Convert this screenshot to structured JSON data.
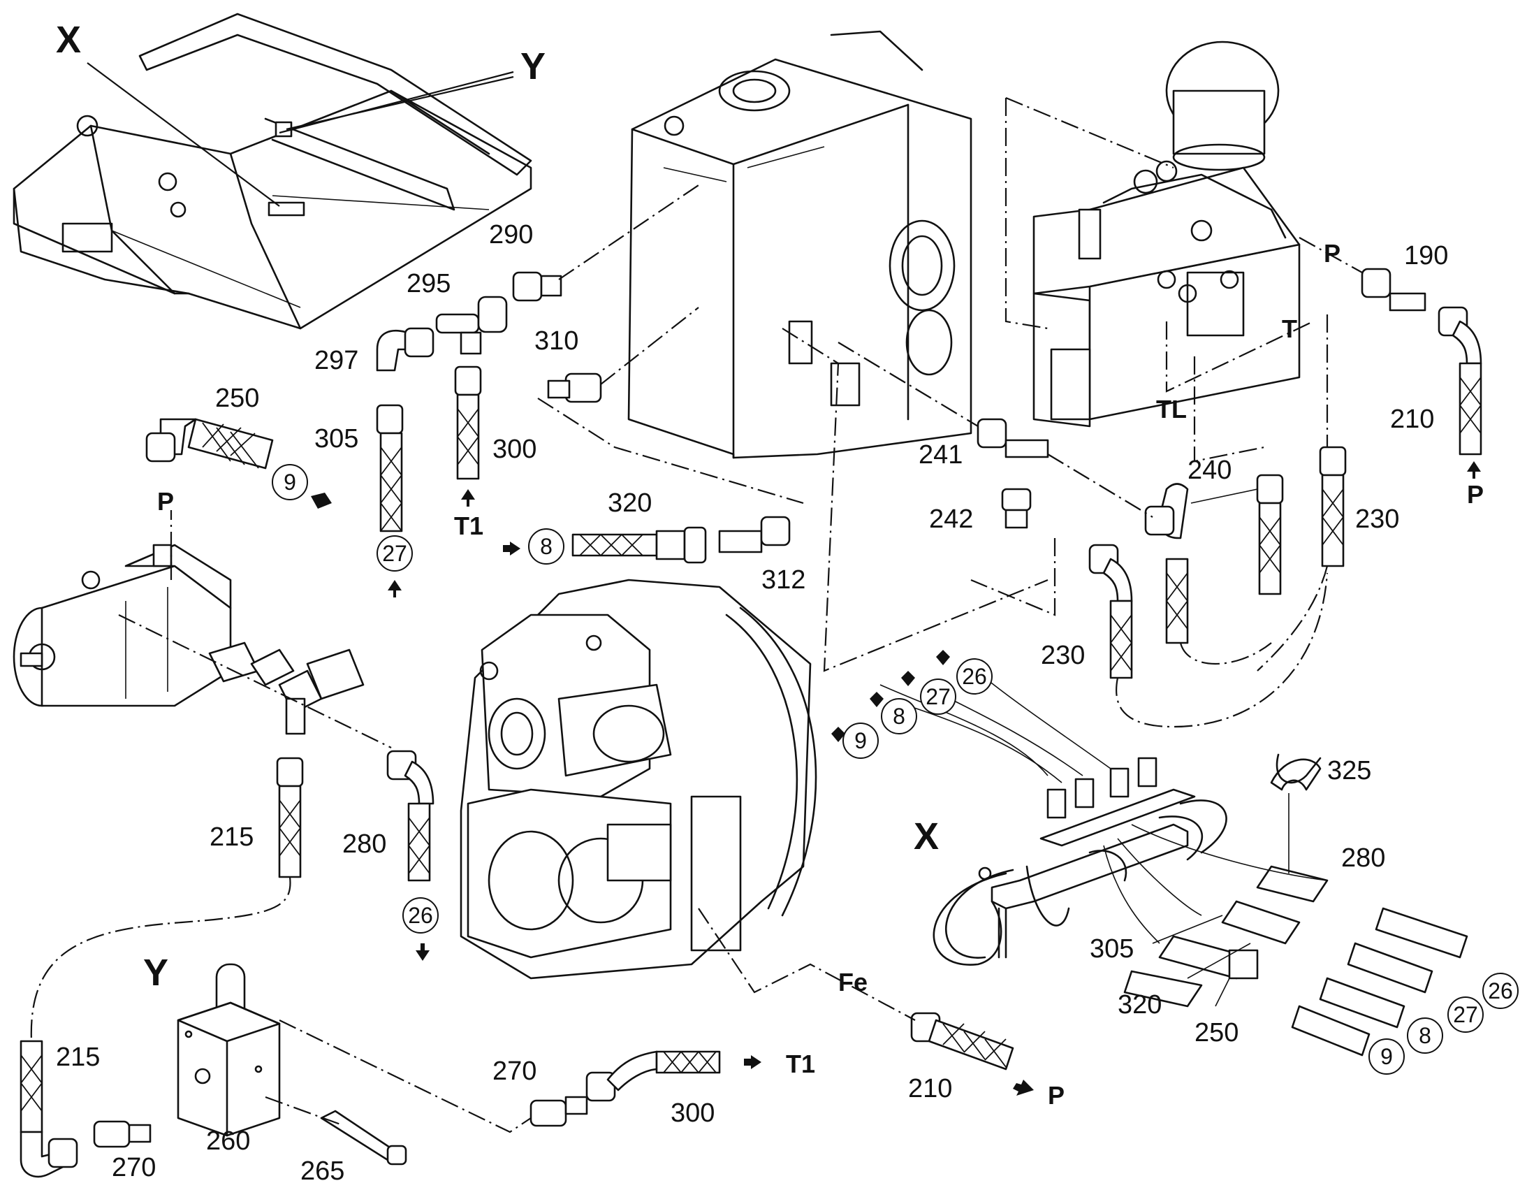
{
  "view_labels": {
    "x_top": "X",
    "y_top": "Y",
    "x_detail": "X",
    "y_detail": "Y"
  },
  "part_numbers": {
    "p290": "290",
    "p295": "295",
    "p297": "297",
    "p310": "310",
    "p250_top": "250",
    "p305_top": "305",
    "p300_top": "300",
    "p320_top": "320",
    "p312": "312",
    "p241": "241",
    "p242": "242",
    "p240": "240",
    "p230_right": "230",
    "p230_left": "230",
    "p190": "190",
    "p210_top": "210",
    "p325": "325",
    "p215_mid": "215",
    "p280_mid": "280",
    "p215_bot": "215",
    "p260": "260",
    "p265": "265",
    "p270_left": "270",
    "p270_mid": "270",
    "p300_bot": "300",
    "p210_bot": "210",
    "p280_det": "280",
    "p305_det": "305",
    "p320_det": "320",
    "p250_det": "250"
  },
  "port_labels": {
    "p_pump": "P",
    "t1_top": "T1",
    "p_valve": "P",
    "t_valve": "T",
    "tl_valve": "TL",
    "p_right_bottom": "P",
    "fe": "Fe",
    "p_bottom": "P",
    "t1_bottom": "T1"
  },
  "circle_refs": {
    "c9_top": "9",
    "c27_top": "27",
    "c8_top": "8",
    "c9_frame": "9",
    "c8_frame": "8",
    "c27_frame": "27",
    "c26_frame": "26",
    "c26_mid": "26",
    "c9_det": "9",
    "c8_det": "8",
    "c27_det": "27",
    "c26_det": "26"
  },
  "colors": {
    "line": "#111111",
    "background": "#ffffff"
  }
}
